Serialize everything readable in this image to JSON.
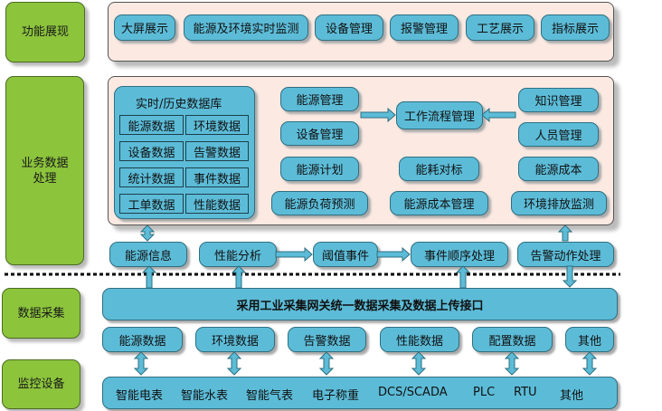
{
  "layers": {
    "presentation": "功能展现",
    "business": "业务数据处理",
    "collection": "数据采集",
    "devices": "监控设备"
  },
  "presentation_items": [
    "大屏展示",
    "能源及环境实时监测",
    "设备管理",
    "报警管理",
    "工艺展示",
    "指标展示"
  ],
  "database": {
    "title": "实时/历史数据库",
    "cells": [
      "能源数据",
      "环境数据",
      "设备数据",
      "告警数据",
      "统计数据",
      "事件数据",
      "工单数据",
      "性能数据"
    ]
  },
  "business_items": {
    "energy_mgmt": "能源管理",
    "device_mgmt": "设备管理",
    "energy_plan": "能源计划",
    "load_forecast": "能源负荷预测",
    "workflow": "工作流程管理",
    "benchmark": "能耗对标",
    "cost_mgmt": "能源成本管理",
    "knowledge": "知识管理",
    "personnel": "人员管理",
    "energy_cost": "能源成本",
    "emission": "环境排放监测"
  },
  "process_row": [
    "能源信息",
    "性能分析",
    "阈值事件",
    "事件顺序处理",
    "告警动作处理"
  ],
  "gateway": "采用工业采集网关统一数据采集及数据上传接口",
  "data_types": [
    "能源数据",
    "环境数据",
    "告警数据",
    "性能数据",
    "配置数据",
    "其他"
  ],
  "device_list": [
    "智能电表",
    "智能水表",
    "智能气表",
    "电子称重",
    "DCS/SCADA",
    "PLC",
    "RTU",
    "其他"
  ],
  "colors": {
    "green": "#8cc43c",
    "blue": "#5cbcd8",
    "panel": "#fbe9e2"
  }
}
